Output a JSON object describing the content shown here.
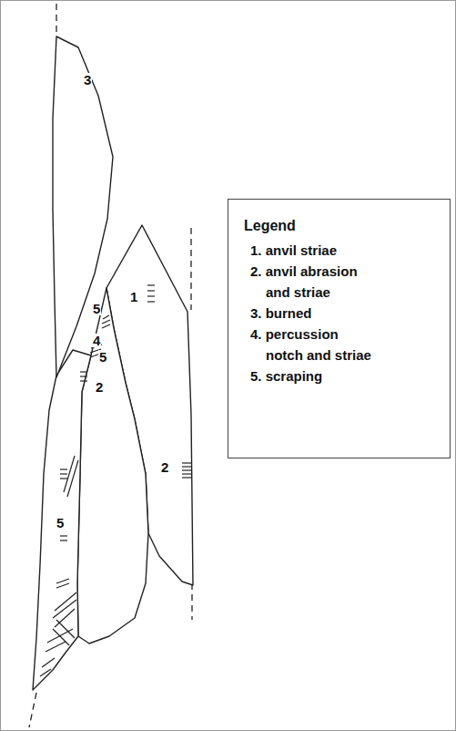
{
  "diagram": {
    "labels": [
      "Legend",
      "3",
      "1",
      "5",
      "4",
      "5",
      "2",
      "2",
      "5"
    ],
    "legend": [
      {
        "text": "1. anvil striae"
      },
      {
        "text": "2. anvil abrasion and striae"
      },
      {
        "text": "3. burned"
      },
      {
        "text": "4. percussion notch and striae"
      },
      {
        "text": "5. scraping"
      }
    ]
  }
}
